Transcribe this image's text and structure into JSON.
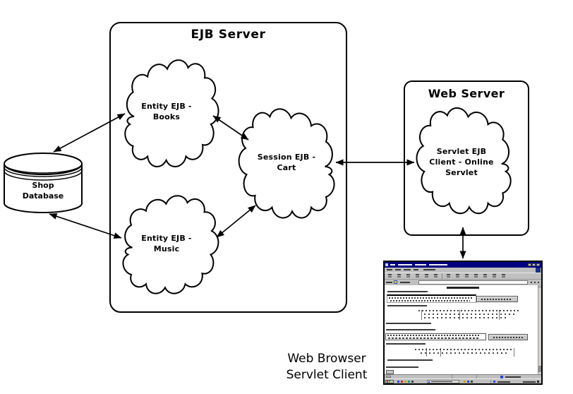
{
  "diagram": {
    "ejb_server_title": "EJB Server",
    "web_server_title": "Web Server",
    "clouds": {
      "books": {
        "line1": "Entity EJB -",
        "line2": "Books"
      },
      "music": {
        "line1": "Entity EJB -",
        "line2": "Music"
      },
      "cart": {
        "line1": "Session EJB -",
        "line2": "Cart"
      },
      "servlet": {
        "line1": "Servlet EJB",
        "line2": "Client - Online",
        "line3": "Servlet"
      }
    },
    "database": {
      "line1": "Shop",
      "line2": "Database"
    },
    "caption": {
      "line1": "Web Browser",
      "line2": "Servlet Client"
    }
  },
  "colors": {
    "ink": "#000000",
    "titlebar_navy": "#000080",
    "window_gray": "#c0c0c0",
    "taskbar_accent_blue": "#2847d8"
  }
}
